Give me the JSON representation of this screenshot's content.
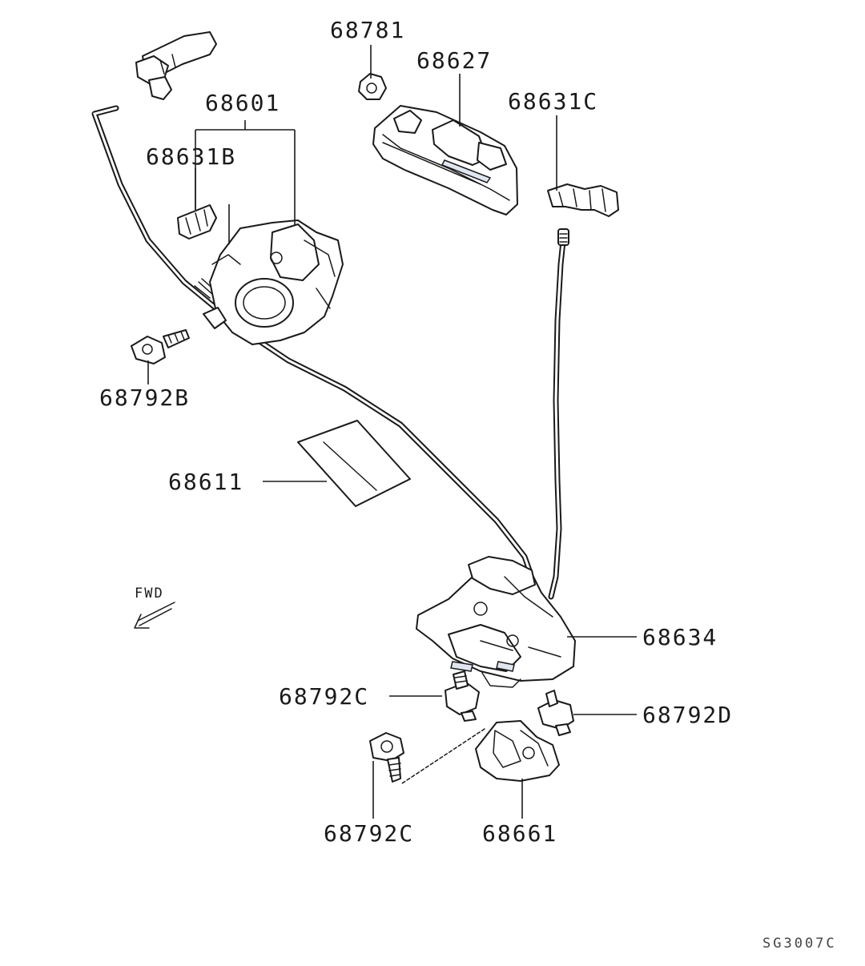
{
  "diagram": {
    "parts": {
      "p68781": "68781",
      "p68627": "68627",
      "p68601": "68601",
      "p68631C": "68631C",
      "p68631B": "68631B",
      "p68792B": "68792B",
      "p68611": "68611",
      "p68634": "68634",
      "p68792C_upper": "68792C",
      "p68792D": "68792D",
      "p68792C_lower": "68792C",
      "p68661": "68661"
    },
    "direction_label": "FWD",
    "drawing_code": "SG3007C"
  }
}
